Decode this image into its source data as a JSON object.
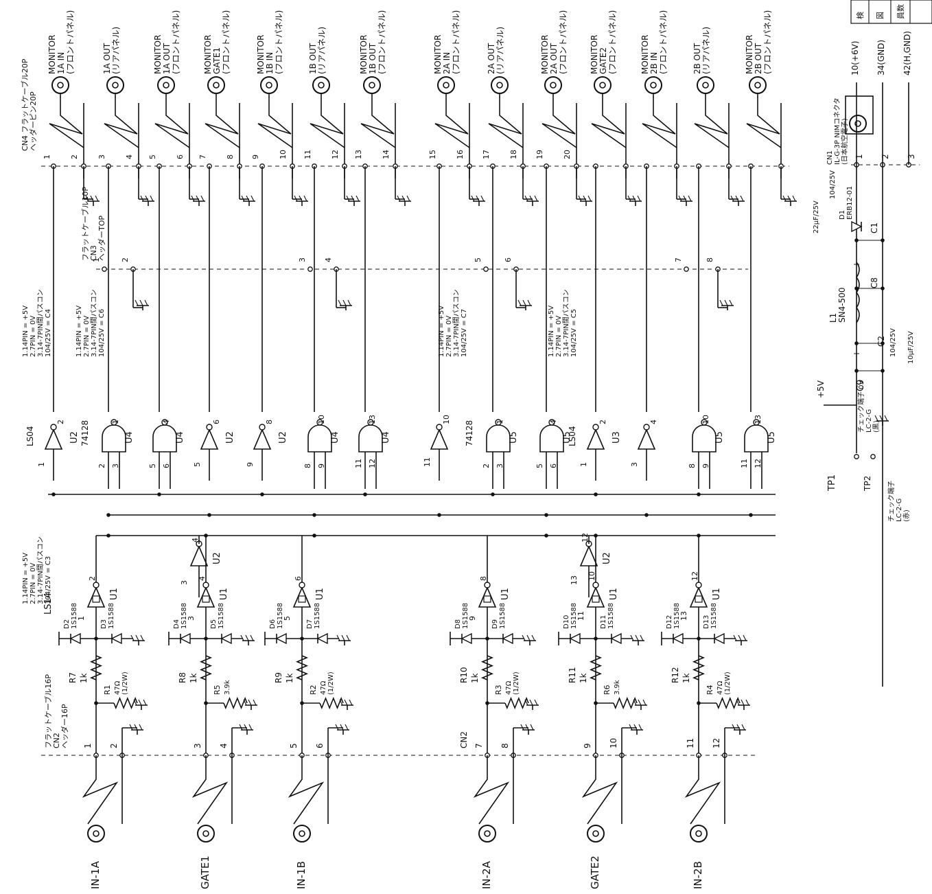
{
  "top_connectors": [
    {
      "label": "MONITOR\n1A IN\n(フロントパネル)",
      "pin": "1",
      "gnd": "2"
    },
    {
      "label": "1A OUT\n(リアパネル)",
      "pin": "3",
      "gnd": "4"
    },
    {
      "label": "MONITOR\n1A OUT\n(フロントパネル)",
      "pin": "5",
      "gnd": "6"
    },
    {
      "label": "MONITOR\nGATE1\n(フロントパネル)",
      "pin": "7",
      "gnd": "8"
    },
    {
      "label": "MONITOR\n1B IN\n(フロントパネル)",
      "pin": "9",
      "gnd": "10"
    },
    {
      "label": "1B OUT\n(リアパネル)",
      "pin": "11",
      "gnd": "12"
    },
    {
      "label": "MONITOR\n1B OUT\n(フロントパネル)",
      "pin": "13",
      "gnd": "14"
    },
    {
      "label": "MONITOR\n2A IN\n(フロントパネル)",
      "pin": "15",
      "gnd": "16"
    },
    {
      "label": "2A OUT\n(リアパネル)",
      "pin": "17",
      "gnd": "18"
    },
    {
      "label": "MONITOR\n2A OUT\n(フロントパネル)",
      "pin": "19",
      "gnd": "20"
    },
    {
      "label": "MONITOR\nGATE2\n(フロントパネル)",
      "pin": "",
      "gnd": ""
    },
    {
      "label": "MONITOR\n2B IN\n(フロントパネル)",
      "pin": "",
      "gnd": ""
    },
    {
      "label": "2B OUT\n(リアパネル)",
      "pin": "",
      "gnd": ""
    },
    {
      "label": "MONITOR\n2B OUT\n(フロントパネル)",
      "pin": "",
      "gnd": ""
    }
  ],
  "cn4_label": "CN4 フラットケーブル20P\nヘッダーピン20P",
  "cn3_label": "フラットケーブル10P\nCN3\nヘッダーTOP",
  "cn2_label": "フラットケーブル16P\nCN2\nヘッダー16P",
  "cn2_mid": "CN2",
  "cn1_label": "CN1\nIL-G-3P NIMコネクタ\n(日本航空電子)",
  "nim_pins": [
    {
      "label": "10(+6V)",
      "pin": "1"
    },
    {
      "label": "34(GND)",
      "pin": "2"
    },
    {
      "label": "42(H,GND)",
      "pin": "3"
    }
  ],
  "cn3_pins": [
    "1",
    "2",
    "3",
    "4",
    "5",
    "6",
    "7",
    "8"
  ],
  "gates_top": [
    {
      "type": "inv",
      "ref": "U2",
      "pin_out": "2",
      "pin_in": "1",
      "chip": "LS04"
    },
    {
      "type": "nand",
      "ref": "U4",
      "pin_out": "1",
      "pin_a": "2",
      "pin_b": "3",
      "chip": "74128"
    },
    {
      "type": "nand",
      "ref": "U4",
      "pin_out": "4",
      "pin_a": "5",
      "pin_b": "6",
      "chip": ""
    },
    {
      "type": "inv",
      "ref": "U2",
      "pin_out": "6",
      "pin_in": "5",
      "chip": ""
    },
    {
      "type": "inv",
      "ref": "U2",
      "pin_out": "8",
      "pin_in": "9",
      "chip": ""
    },
    {
      "type": "nand",
      "ref": "U4",
      "pin_out": "10",
      "pin_a": "8",
      "pin_b": "9",
      "chip": ""
    },
    {
      "type": "nand",
      "ref": "U4",
      "pin_out": "13",
      "pin_a": "11",
      "pin_b": "12",
      "chip": ""
    },
    {
      "type": "inv",
      "ref": "",
      "pin_out": "10",
      "pin_in": "11",
      "chip": ""
    },
    {
      "type": "nand",
      "ref": "U5",
      "pin_out": "1",
      "pin_a": "2",
      "pin_b": "3",
      "chip": "74128"
    },
    {
      "type": "nand",
      "ref": "U5",
      "pin_out": "4",
      "pin_a": "5",
      "pin_b": "6",
      "chip": ""
    },
    {
      "type": "inv",
      "ref": "U3",
      "pin_out": "2",
      "pin_in": "1",
      "chip": "LS04"
    },
    {
      "type": "inv",
      "ref": "",
      "pin_out": "4",
      "pin_in": "3",
      "chip": ""
    },
    {
      "type": "nand",
      "ref": "U5",
      "pin_out": "10",
      "pin_a": "8",
      "pin_b": "9",
      "chip": ""
    },
    {
      "type": "nand",
      "ref": "U5",
      "pin_out": "13",
      "pin_a": "11",
      "pin_b": "12",
      "chip": ""
    }
  ],
  "notes": {
    "u2_note": "1.14PIN = +5V\n2.7PIN = 0V\n3.14-7PIN間パスコン\n104/25V = C4",
    "u4_note": "1.14PIN = +5V\n2.7PIN = 0V\n3.14-7PIN間パスコン\n104/25V = C6",
    "u1_note": "1.14PIN = +5V\n2.7PIN = 0V\n3.14-7PIN間パスコン\n104/25V = C3",
    "u5_note": "1.14PIN = +5V\n2.7PIN = 0V\n3.14-7PIN間パスコン\n104/25V = C7",
    "u3_note": "1.14PIN = +5V\n2.7PIN = 0V\n3.14-7PIN間パスコン\n104/25V = C5",
    "ls14": "LS14"
  },
  "u2_mid": [
    {
      "ref": "U2",
      "pin_out": "4",
      "pin_in": "3"
    },
    {
      "ref": "U2",
      "pin_out": "12",
      "pin_in": "13"
    }
  ],
  "u1_schmitt": [
    {
      "ref": "U1",
      "pin_out": "2",
      "pin_in": "1"
    },
    {
      "ref": "U1",
      "pin_out": "4",
      "pin_in": "3"
    },
    {
      "ref": "U1",
      "pin_out": "6",
      "pin_in": "5"
    },
    {
      "ref": "U1",
      "pin_out": "8",
      "pin_in": "9"
    },
    {
      "ref": "U1",
      "pin_out": "10",
      "pin_in": "11"
    },
    {
      "ref": "U1",
      "pin_out": "12",
      "pin_in": "13"
    }
  ],
  "diodes": [
    {
      "a": "D2",
      "a_type": "1S1588",
      "b": "D3",
      "b_type": "1S1588"
    },
    {
      "a": "D4",
      "a_type": "1S1588",
      "b": "D5",
      "b_type": "1S1588"
    },
    {
      "a": "D6",
      "a_type": "1S1588",
      "b": "D7",
      "b_type": "1S1588"
    },
    {
      "a": "D8",
      "a_type": "1S1588",
      "b": "D9",
      "b_type": "1S1588"
    },
    {
      "a": "D10",
      "a_type": "1S1588",
      "b": "D11",
      "b_type": "1S1588"
    },
    {
      "a": "D12",
      "a_type": "1S1588",
      "b": "D13",
      "b_type": "1S1588"
    }
  ],
  "series_res": [
    {
      "ref": "R7",
      "val": "1k"
    },
    {
      "ref": "R8",
      "val": "1k"
    },
    {
      "ref": "R9",
      "val": "1k"
    },
    {
      "ref": "R10",
      "val": "1k"
    },
    {
      "ref": "R11",
      "val": "1k"
    },
    {
      "ref": "R12",
      "val": "1k"
    }
  ],
  "shunt_res": [
    {
      "ref": "R1",
      "val": "47Ω\n(1/2W)"
    },
    {
      "ref": "R5",
      "val": "3.9k"
    },
    {
      "ref": "R2",
      "val": "47Ω\n(1/2W)"
    },
    {
      "ref": "R3",
      "val": "47Ω\n(1/2W)"
    },
    {
      "ref": "R6",
      "val": "3.9k"
    },
    {
      "ref": "R4",
      "val": "47Ω\n(1/2W)"
    }
  ],
  "inputs": [
    {
      "label": "IN-1A",
      "pin": "1",
      "gnd": "2"
    },
    {
      "label": "GATE1",
      "pin": "3",
      "gnd": "4"
    },
    {
      "label": "IN-1B",
      "pin": "5",
      "gnd": "6"
    },
    {
      "label": "IN-2A",
      "pin": "7",
      "gnd": "8"
    },
    {
      "label": "GATE2",
      "pin": "9",
      "gnd": "10"
    },
    {
      "label": "IN-2B",
      "pin": "11",
      "gnd": "12"
    }
  ],
  "power": {
    "plus5": "+5V",
    "tp1": "TP1",
    "tp2": "TP2",
    "tp_note": "チェック端子\nLC-2-G\n(赤)",
    "tp2_note": "チェック端子 0V\nLC-2-G\n(黒)",
    "l1": "L1\nSN4-500",
    "c8": "C8",
    "c9": "C9",
    "c1": "C1",
    "c2": "C2",
    "d1": "D1\nERB12-01",
    "c_22": "22μF/25V",
    "c_104a": "104/25V",
    "c_104b": "104/25V",
    "c_10": "10μF/25V",
    "plus_mark": "+"
  },
  "title_block": [
    "検",
    "図",
    "員数"
  ],
  "pin_labels_mid": [
    "2",
    "4",
    "6",
    "8"
  ]
}
